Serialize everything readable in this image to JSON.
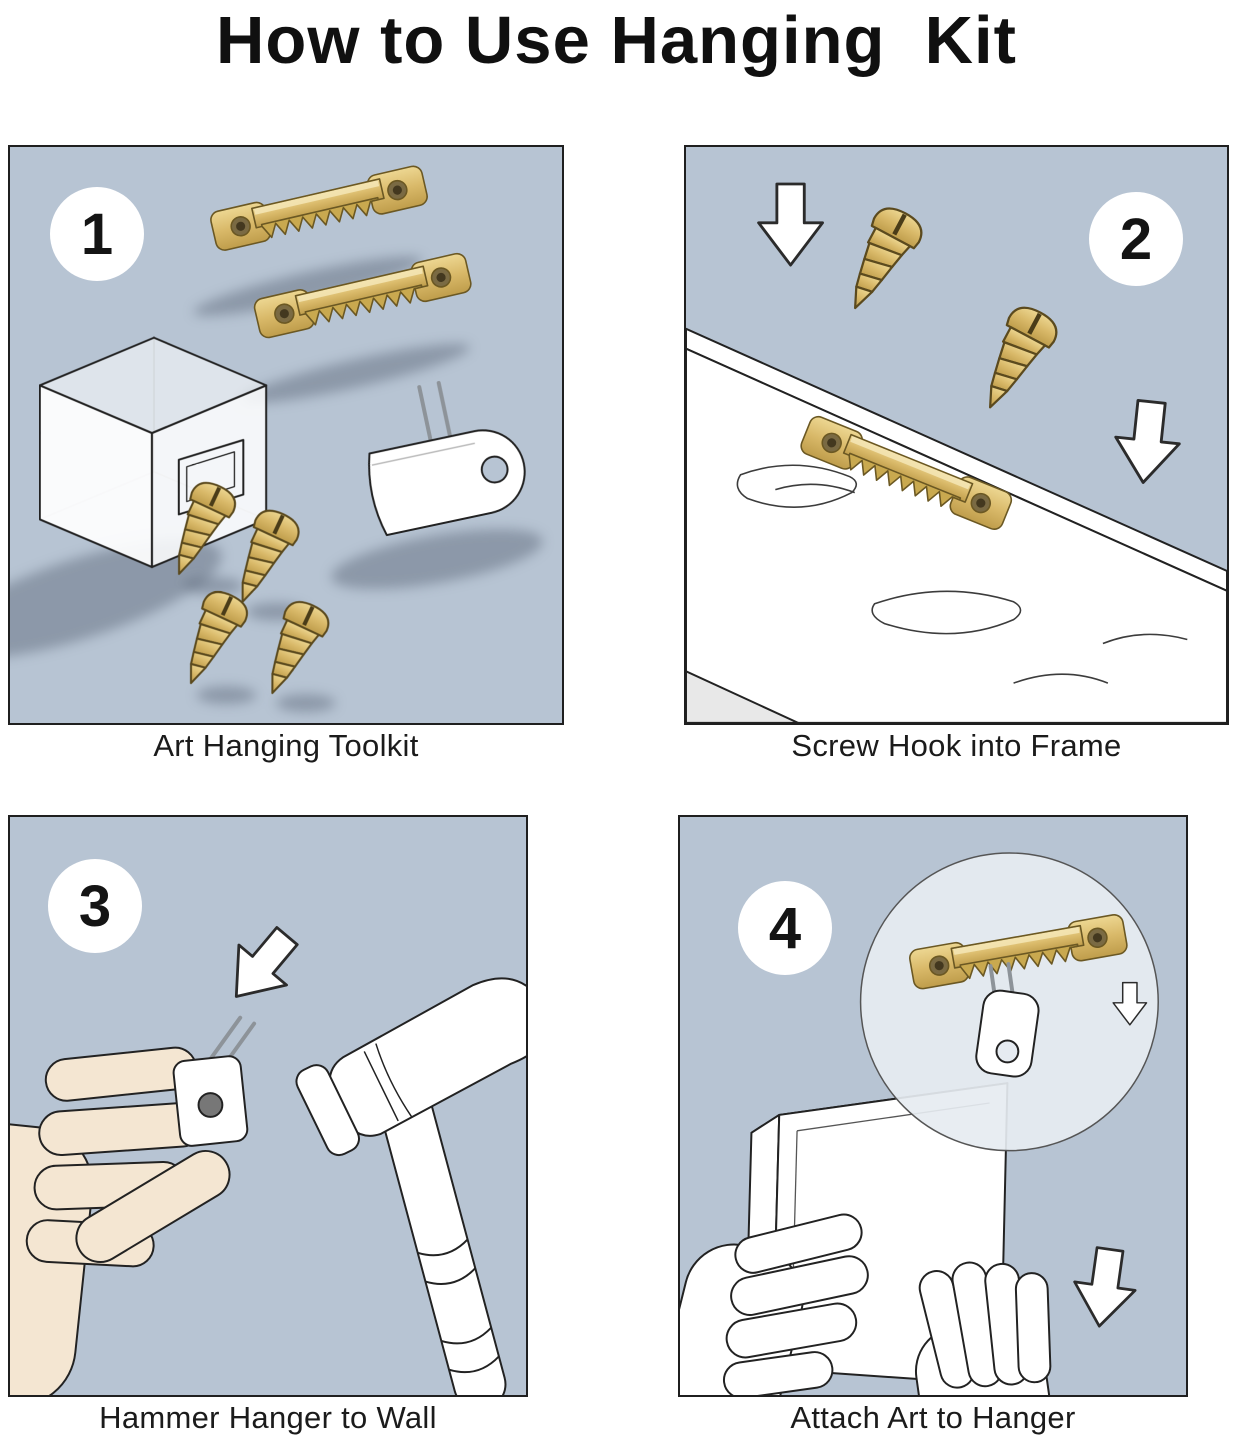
{
  "title": "How to Use Hanging  Kit",
  "panels": [
    {
      "number": "1",
      "caption": "Art Hanging Toolkit"
    },
    {
      "number": "2",
      "caption": "Screw Hook into Frame"
    },
    {
      "number": "3",
      "caption": "Hammer Hanger to Wall"
    },
    {
      "number": "4",
      "caption": "Attach Art to Hanger"
    }
  ],
  "colors": {
    "page-bg": "#ffffff",
    "panel-bg": "#b7c4d3",
    "panel-border": "#1f1f1f",
    "brass": "#d9b969",
    "brass-dark": "#c9a94f",
    "brass-light": "#f4e6b6",
    "skin": "#f4e6d2",
    "text": "#101010"
  },
  "icons": {
    "sawtooth_hanger": "sawtooth-hanger-icon",
    "screw": "screw-icon",
    "arrow": "down-arrow-icon",
    "wall_hook": "wall-hook-icon",
    "storage_case": "storage-case-icon",
    "hammer": "hammer-icon",
    "hand": "hand-icon",
    "picture_frame": "picture-frame-icon",
    "magnifier": "magnifier-circle-icon"
  }
}
